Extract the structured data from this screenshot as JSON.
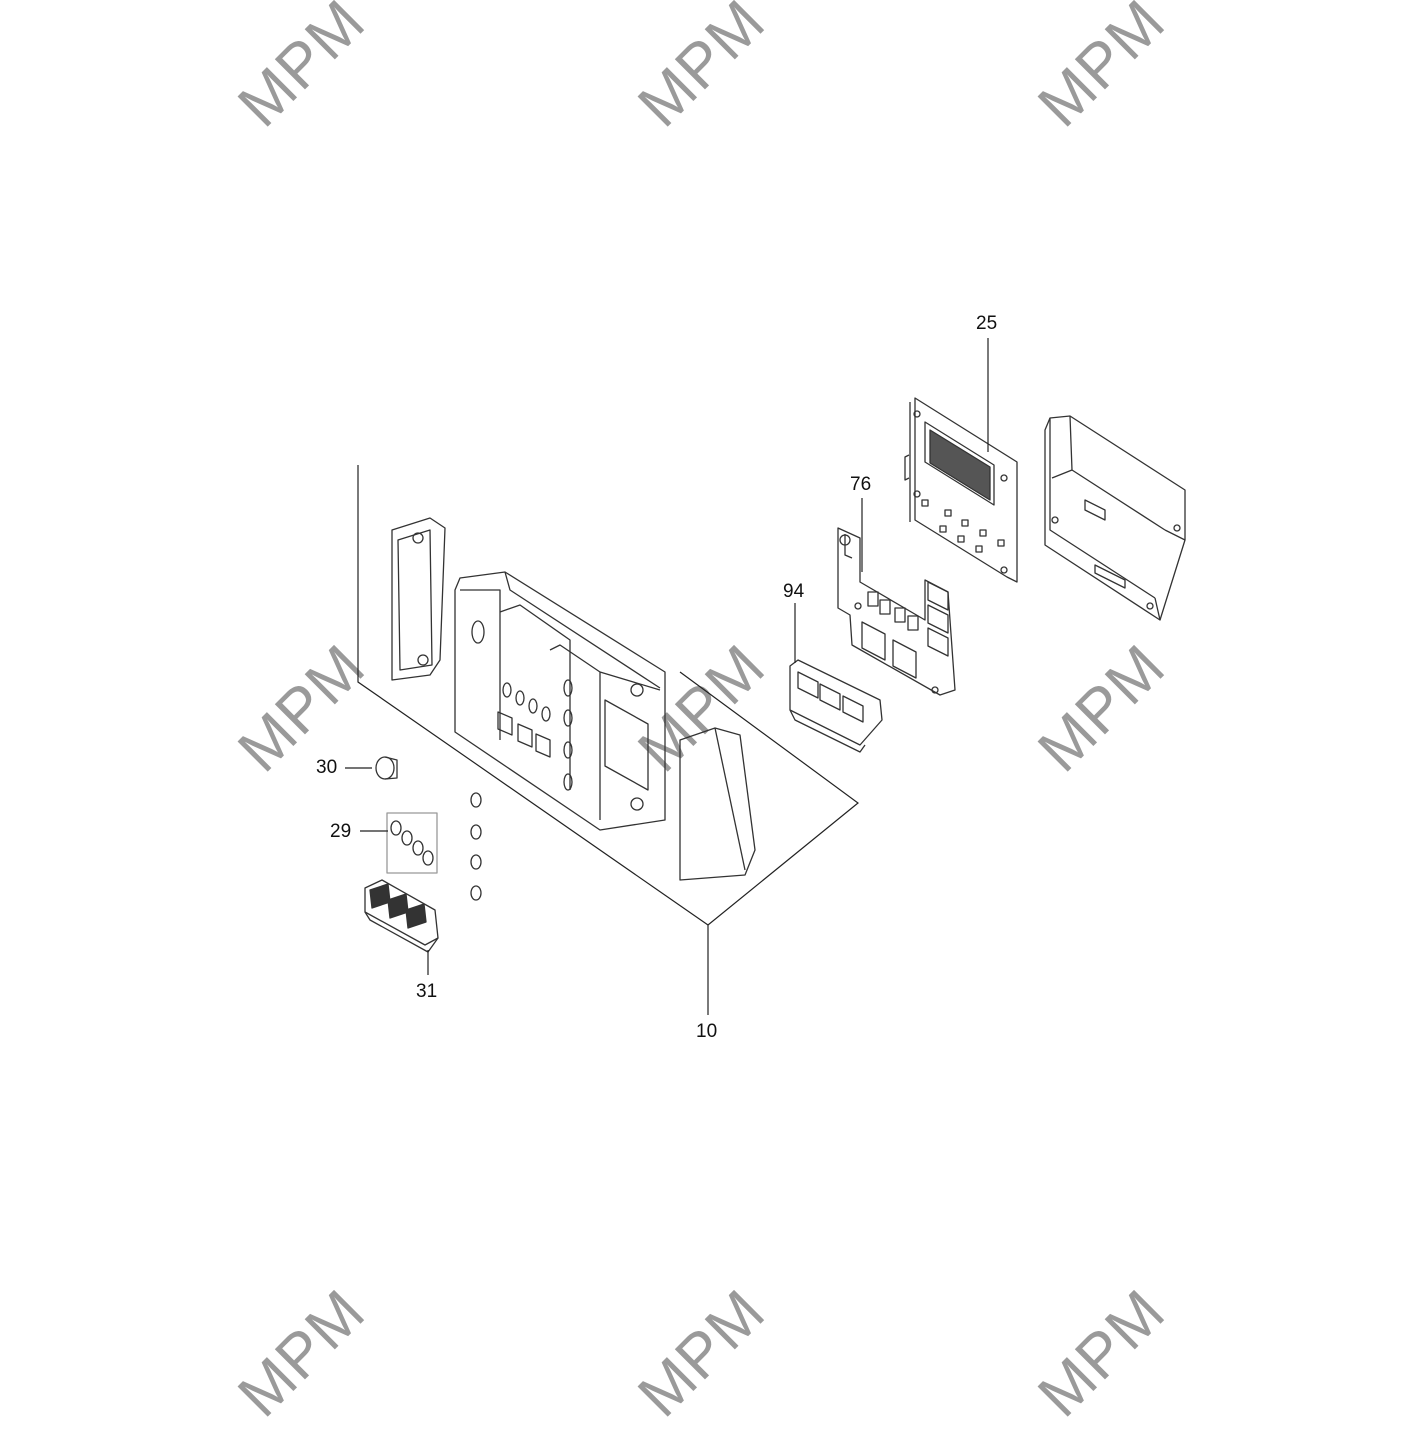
{
  "watermark": "MPM",
  "callouts": {
    "c25": "25",
    "c76": "76",
    "c94": "94",
    "c30": "30",
    "c29": "29",
    "c31": "31",
    "c10": "10"
  },
  "colors": {
    "line": "#333333",
    "watermark": "#9a9a9a",
    "display": "#555555"
  }
}
